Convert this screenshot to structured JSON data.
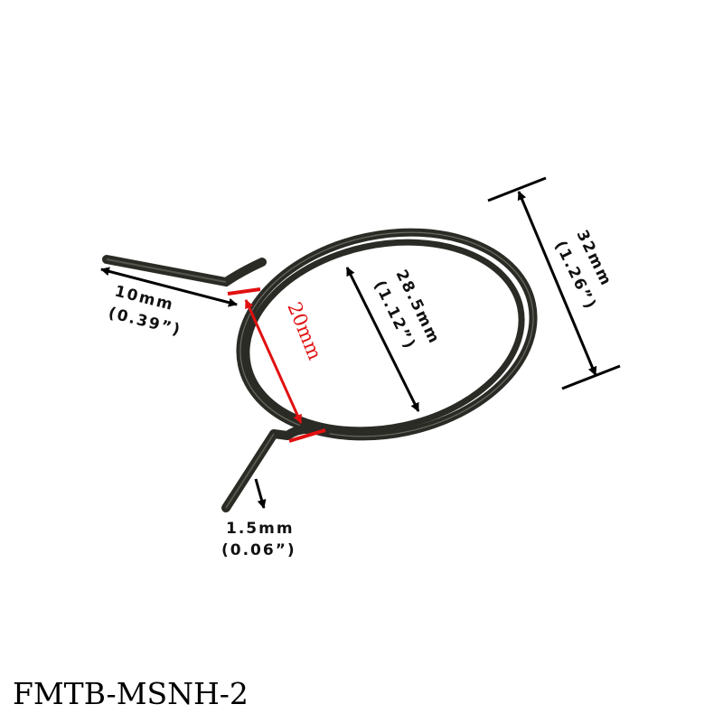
{
  "product_code": "FMTB-MSNH-2",
  "dimensions": {
    "leg_length": {
      "metric": "10mm",
      "imperial": "(0.39”)"
    },
    "leg_gap": {
      "metric": "20mm"
    },
    "inner_diameter": {
      "metric": "28.5mm",
      "imperial": "(1.12”)"
    },
    "outer_diameter": {
      "metric": "32mm",
      "imperial": "(1.26”)"
    },
    "wire_diameter": {
      "metric": "1.5mm",
      "imperial": "(0.06”)"
    }
  },
  "colors": {
    "spring": "#2b2b26",
    "dimension_lines": "#000000",
    "highlight": "#e11010"
  }
}
